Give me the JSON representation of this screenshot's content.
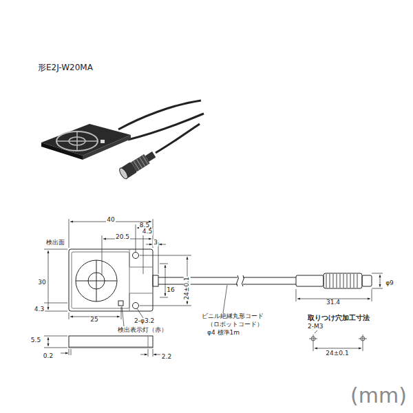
{
  "diagram": {
    "title": "形E2J-W20MA",
    "labels": [
      "検出面",
      "40",
      "8.5",
      "4.5",
      "20.5",
      "3",
      "30",
      "16",
      "24±0.1",
      "4.3",
      "25",
      "2-φ3.2",
      "検出表示灯（赤）",
      "5.5",
      "0.2",
      "2.2",
      "ビニル絶縁丸形コード",
      "（ロボットコード）",
      "φ4 標準1m",
      "φ9",
      "31.4",
      "取りつけ穴加工寸法",
      "2-M3",
      "24±0.1",
      "(mm)"
    ]
  }
}
